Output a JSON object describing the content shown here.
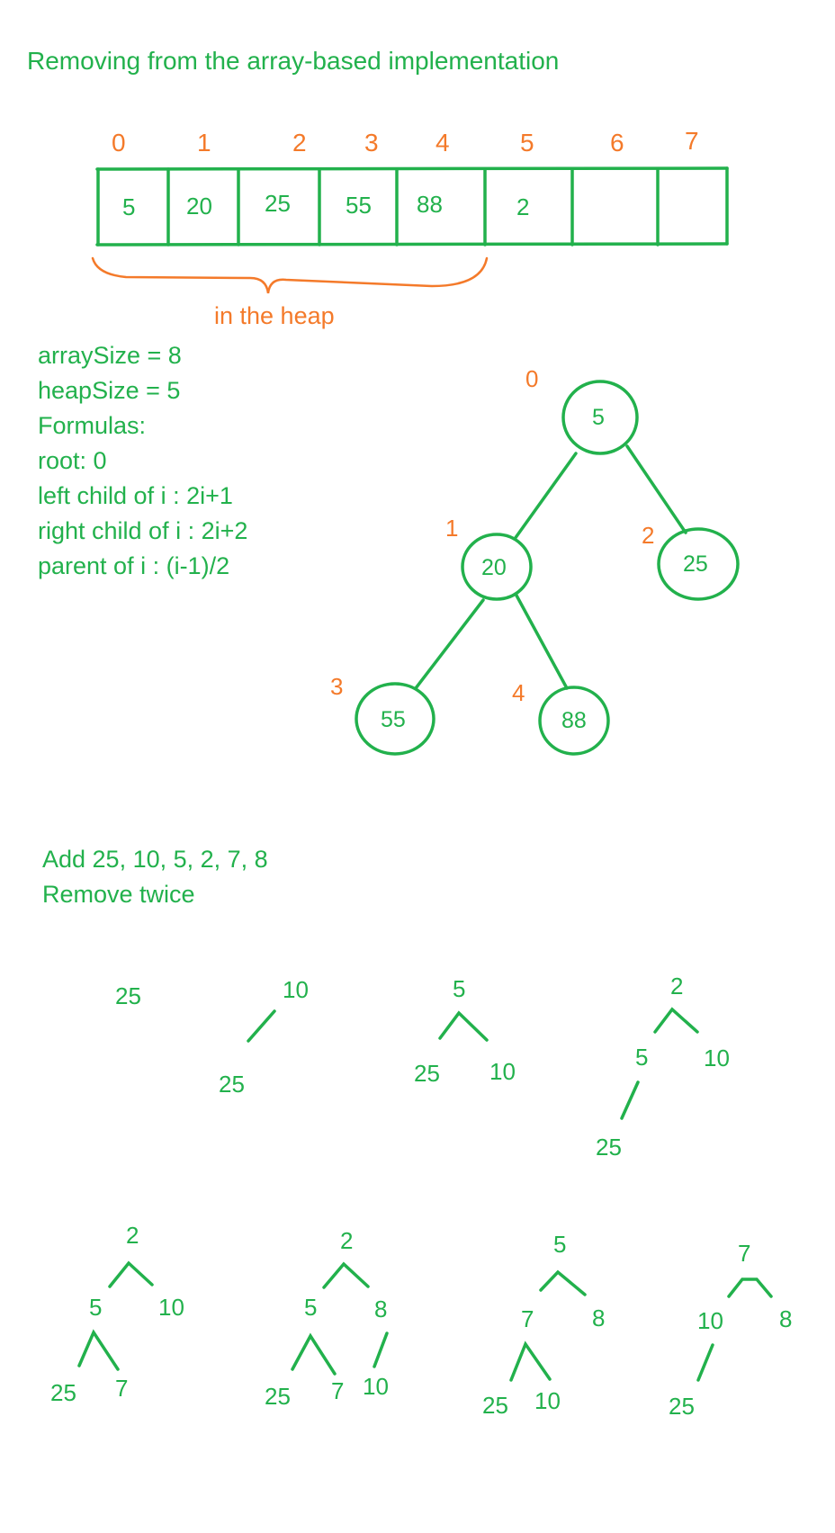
{
  "title": "Removing from the array-based implementation",
  "colors": {
    "green": "#22b14c",
    "orange": "#f47a2a",
    "background": "#ffffff"
  },
  "array": {
    "indices": [
      "0",
      "1",
      "2",
      "3",
      "4",
      "5",
      "6",
      "7"
    ],
    "values": [
      "5",
      "20",
      "25",
      "55",
      "88",
      "2",
      "",
      ""
    ],
    "brace_label": "in the heap"
  },
  "info": {
    "lines": [
      "arraySize = 8",
      "heapSize = 5",
      "Formulas:",
      "root: 0",
      "left child of i : 2i+1",
      "right child of i : 2i+2",
      "parent of i : (i-1)/2"
    ]
  },
  "heap_tree": {
    "nodes": [
      {
        "index": "0",
        "value": "5"
      },
      {
        "index": "1",
        "value": "20"
      },
      {
        "index": "2",
        "value": "25"
      },
      {
        "index": "3",
        "value": "55"
      },
      {
        "index": "4",
        "value": "88"
      }
    ]
  },
  "exercise": {
    "line1": "Add 25, 10, 5, 2, 7, 8",
    "line2": "Remove twice"
  },
  "steps": [
    {
      "labels": [
        "25"
      ]
    },
    {
      "labels": [
        "10",
        "25"
      ]
    },
    {
      "labels": [
        "5",
        "25",
        "10"
      ]
    },
    {
      "labels": [
        "2",
        "5",
        "10",
        "25"
      ]
    },
    {
      "labels": [
        "2",
        "5",
        "10",
        "25",
        "7"
      ]
    },
    {
      "labels": [
        "2",
        "5",
        "8",
        "25",
        "7",
        "10"
      ]
    },
    {
      "labels": [
        "5",
        "7",
        "8",
        "25",
        "10"
      ]
    },
    {
      "labels": [
        "7",
        "10",
        "8",
        "25"
      ]
    }
  ]
}
